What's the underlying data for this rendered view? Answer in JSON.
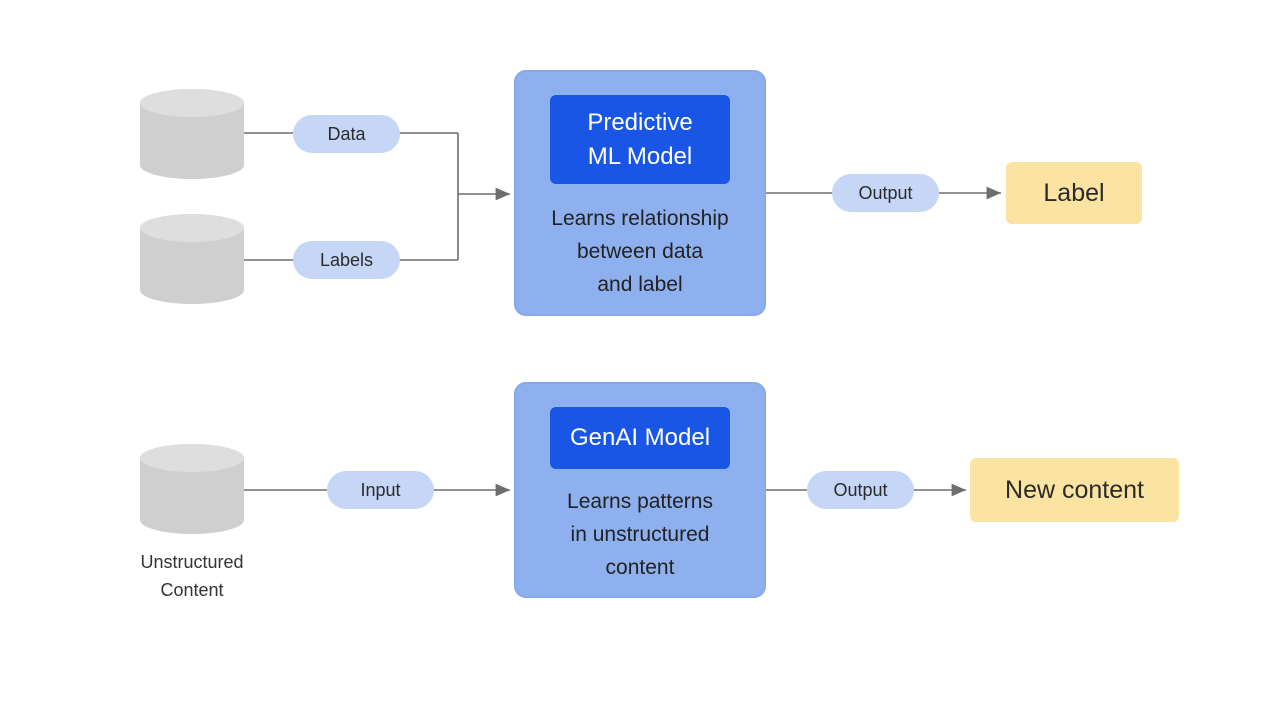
{
  "predictive_flow": {
    "inputs": [
      {
        "label": "Data"
      },
      {
        "label": "Labels"
      }
    ],
    "model": {
      "title": "Predictive\nML Model",
      "description": "Learns relationship\nbetween data\nand label"
    },
    "output_pill": "Output",
    "result": "Label"
  },
  "genai_flow": {
    "source_caption": "Unstructured\nContent",
    "input_pill": "Input",
    "model": {
      "title": "GenAI Model",
      "description": "Learns patterns\nin unstructured\ncontent"
    },
    "output_pill": "Output",
    "result": "New content"
  },
  "colors": {
    "database": "#cfcfcf",
    "pill": "#c6d6f7",
    "model_box": "#8fb0ef",
    "model_title": "#1a56e6",
    "result": "#fbe4a2",
    "connector": "#6e6e6e"
  }
}
